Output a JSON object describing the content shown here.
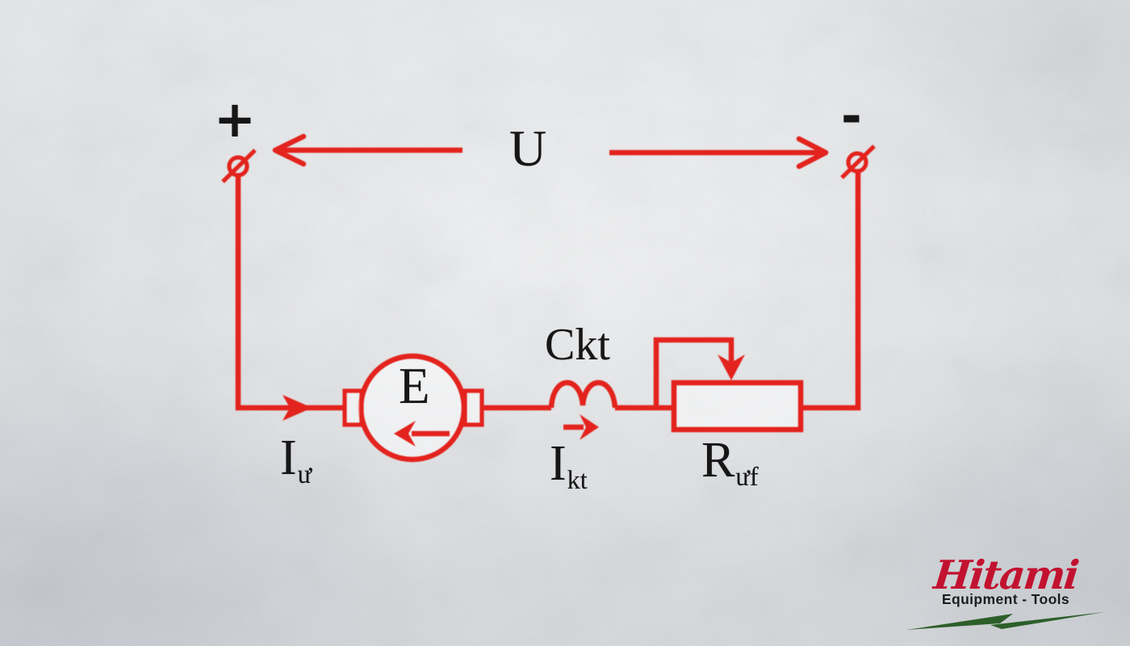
{
  "diagram": {
    "positive_sign": "+",
    "negative_sign": "-",
    "voltage_label": "U",
    "emf_label": "E",
    "field_winding_label": "Ckt",
    "armature_current": {
      "base": "I",
      "sub": "ư"
    },
    "field_current": {
      "base": "I",
      "sub": "kt"
    },
    "field_resistor": {
      "base": "R",
      "sub": "ưf"
    }
  },
  "logo": {
    "brand": "Hitami",
    "tagline": "Equipment - Tools"
  },
  "colors": {
    "wire": "#e3231d",
    "ink": "#161616",
    "logo_red": "#c21230",
    "logo_green": "#2d5f2b",
    "background": "#dfe1e4"
  }
}
